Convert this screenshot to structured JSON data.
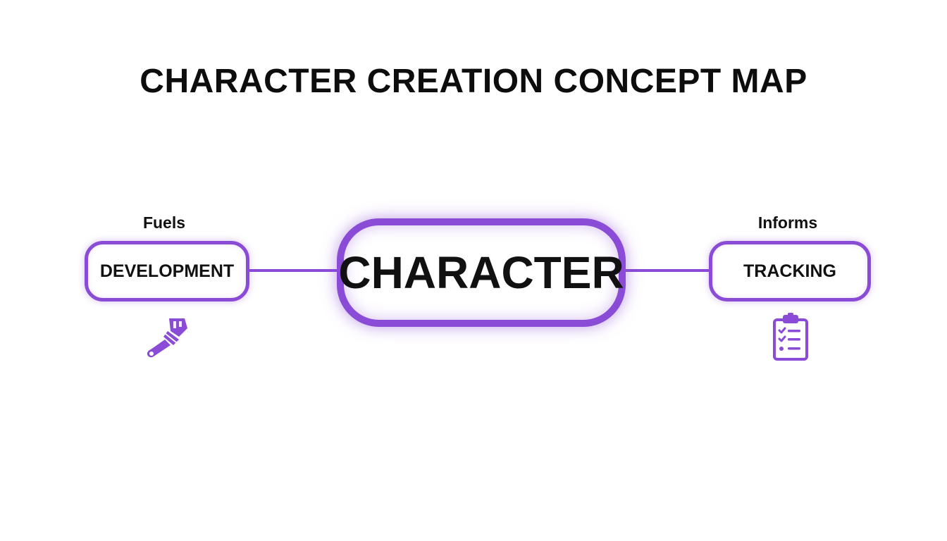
{
  "title": "CHARACTER CREATION CONCEPT MAP",
  "colors": {
    "accent": "#8a4bd6",
    "text": "#111111",
    "background": "#ffffff"
  },
  "nodes": {
    "center": {
      "label": "CHARACTER"
    },
    "left": {
      "label": "DEVELOPMENT",
      "edge_label": "Fuels",
      "icon": "paintbrush-icon"
    },
    "right": {
      "label": "TRACKING",
      "edge_label": "Informs",
      "icon": "clipboard-checklist-icon"
    }
  }
}
